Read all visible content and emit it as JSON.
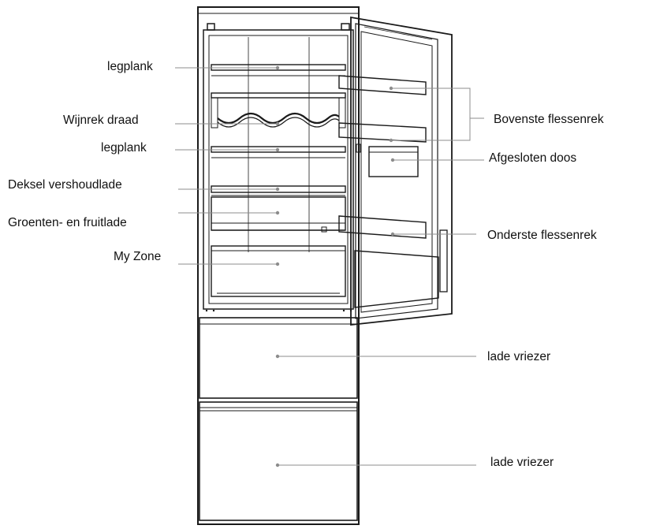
{
  "colors": {
    "outline": "#1a1a1a",
    "leader": "#8c8c8c",
    "text": "#111111",
    "background": "#ffffff"
  },
  "labels": {
    "legplank_top": "legplank",
    "wijnrek": "Wijnrek draad",
    "legplank_mid": "legplank",
    "deksel": "Deksel vershoudlade",
    "groenten": "Groenten- en fruitlade",
    "myzone": "My Zone",
    "bovenste": "Bovenste flessenrek",
    "afgesloten": "Afgesloten doos",
    "onderste": "Onderste flessenrek",
    "vriezer_top": "lade vriezer",
    "vriezer_bottom": "lade vriezer"
  }
}
